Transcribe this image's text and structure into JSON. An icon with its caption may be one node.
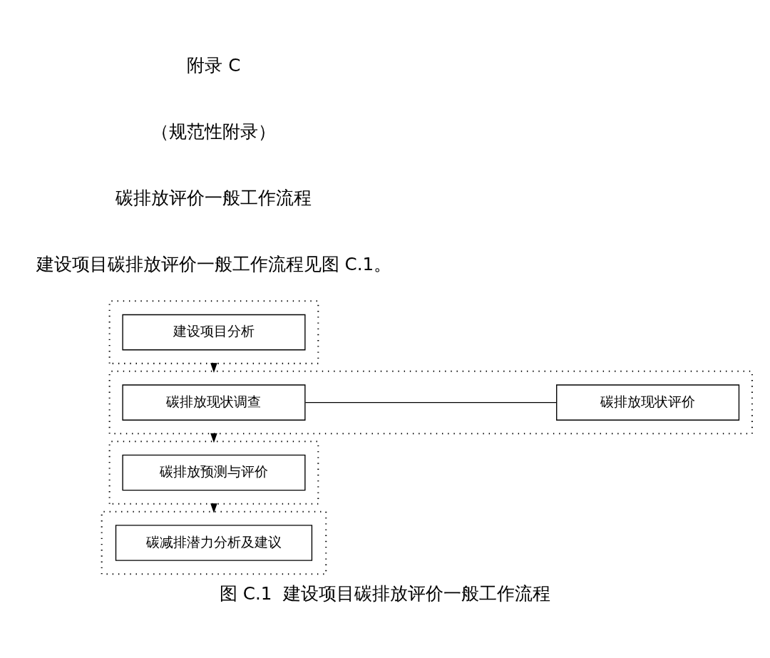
{
  "diagram": {
    "title": "碳排放评价一般工作流程",
    "caption": "图 C.1  建设项目碳排放评价一般工作流程",
    "nodes": [
      {
        "text": [],
        "shape": "box"
      },
      {
        "text": [
          "建设项目分析"
        ],
        "in": 0
      },
      {
        "text": [],
        "shape": "box"
      },
      {
        "text": [
          "碳排放现状调查"
        ],
        "in": 2
      },
      {
        "text": [
          "碳排放现状评价"
        ],
        "in": 2
      },
      {
        "text": [],
        "shape": "box"
      },
      {
        "text": [
          "碳排放预测与评价"
        ],
        "in": 5
      },
      {
        "text": [],
        "shape": "box"
      },
      {
        "text": [
          "碳减排潜力分析及建议"
        ],
        "in": 7
      }
    ],
    "edges": [
      {
        "from": 0,
        "to": 2,
        "arrow": "to"
      },
      {
        "from": 3,
        "to": 4,
        "arrow": "none"
      },
      {
        "from": 2,
        "to": 5,
        "arrow": "to"
      },
      {
        "from": 5,
        "to": 7,
        "arrow": "to"
      }
    ],
    "labels": [
      "附录 C",
      "（规范性附录）",
      "建设项目碳排放评价一般工作流程见图 C.1。"
    ]
  }
}
